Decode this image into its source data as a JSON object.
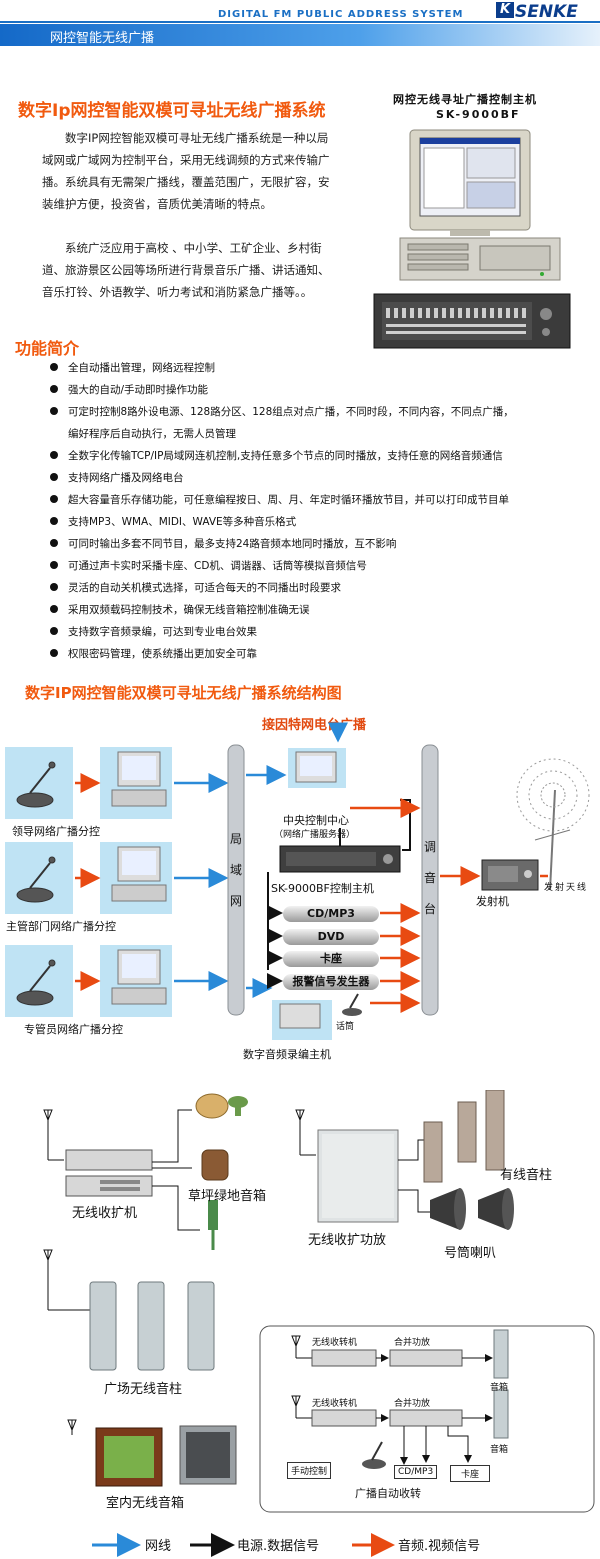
{
  "header": {
    "english_title": "DIGITAL FM PUBLIC ADDRESS SYSTEM",
    "brand": "SENKE",
    "brand_mark": "K",
    "tab_label": "网控智能无线广播"
  },
  "intro": {
    "title": "数字Ip网控智能双模可寻址无线广播系统",
    "paragraph1": "数字IP网控智能双模可寻址无线广播系统是一种以局域网或广域网为控制平台，采用无线调频的方式来传输广播。系统具有无需架广播线，覆盖范围广，无限扩容，安装维护方便，投资省，音质优美清晰的特点。",
    "paragraph2": "系统广泛应用于高校 、中小学、工矿企业、乡村街道、旅游景区公园等场所进行背景音乐广播、讲话通知、音乐打铃、外语教学、听力考试和消防紧急广播等。。"
  },
  "product": {
    "title": "网控无线寻址广播控制主机",
    "model": "SK-9000BF"
  },
  "features": {
    "title": "功能简介",
    "items": [
      "全自动播出管理，网络远程控制",
      "强大的自动/手动即时操作功能",
      "可定时控制8路外设电源、128路分区、128组点对点广播，不同时段，不同内容，不同点广播，",
      "编好程序后自动执行，无需人员管理",
      "全数字化传输TCP/IP局域网连机控制,支持任意多个节点的同时播放，支持任意的网络音频通信",
      "支持网络广播及网络电台",
      "超大容量音乐存储功能，可任意编程按日、周、月、年定时循环播放节目，并可以打印成节目单",
      "支持MP3、WMA、MIDI、WAVE等多种音乐格式",
      "可同时输出多套不同节目，最多支持24路音频本地同时播放，互不影响",
      "可通过声卡实时采播卡座、CD机、调谐器、话筒等模拟音频信号",
      "灵活的自动关机模式选择，可适合每天的不同播出时段要求",
      "采用双频载码控制技术，确保无线音箱控制准确无误",
      "支持数字音频录编，可达到专业电台效果",
      "权限密码管理，使系统播出更加安全可靠"
    ]
  },
  "diagram": {
    "title": "数字IP网控智能双模可寻址无线广播系统结构图",
    "internet_label": "接因特网电台广播",
    "stations": [
      "领导网络广播分控",
      "主管部门网络广播分控",
      "专管员网络广播分控"
    ],
    "lan_label": "局域网",
    "center_label": "中央控制中心",
    "center_sub": "（网络广播服务器）",
    "host_label": "SK-9000BF控制主机",
    "sources": [
      "CD/MP3",
      "DVD",
      "卡座",
      "报警信号发生器"
    ],
    "mic_label": "话筒",
    "recorder_label": "数字音频录编主机",
    "modulator_label": "调音台",
    "transmitter_label": "发射机",
    "antenna_label": "发射天线"
  },
  "receivers": {
    "receiver_amp": "无线收扩机",
    "lawn_speaker": "草坪绿地音箱",
    "power_amp": "无线收扩功放",
    "column_speaker": "有线音柱",
    "horn": "号筒喇叭",
    "plaza_column": "广场无线音柱",
    "indoor_box": "室内无线音箱",
    "auto_box": {
      "receiver1": "无线收转机",
      "amp1": "合并功放",
      "receiver2": "无线收转机",
      "amp2": "合并功放",
      "speaker1": "音箱",
      "speaker2": "音箱",
      "manual": "手动控制",
      "cdmp3": "CD/MP3",
      "deck": "卡座",
      "caption": "广播自动收转"
    }
  },
  "legend": {
    "network": "网线",
    "power": "电源.数据信号",
    "av": "音频.视频信号"
  },
  "colors": {
    "accent_blue": "#1a6fc4",
    "title_orange": "#f15a0f",
    "arrow_blue": "#2a8ad8",
    "arrow_red": "#e84a12",
    "arrow_black": "#111111"
  }
}
